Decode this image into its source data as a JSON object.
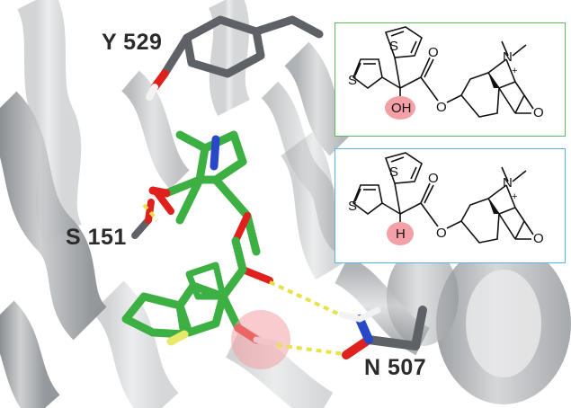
{
  "residues": {
    "tyr": "Y 529",
    "ser": "S 151",
    "asn": "N 507"
  },
  "insets": [
    {
      "border_color": "#5fb85f",
      "atoms": {
        "s1": "S",
        "s2": "S",
        "o_carbonyl": "O",
        "o_ester": "O",
        "n": "N",
        "plus": "+",
        "o_epoxide": "O"
      },
      "highlight_group": "OH",
      "highlight_color": "#f3a1a6"
    },
    {
      "border_color": "#55b5e0",
      "atoms": {
        "s1": "S",
        "s2": "S",
        "o_carbonyl": "O",
        "o_ester": "O",
        "n": "N",
        "plus": "+",
        "o_epoxide": "O"
      },
      "highlight_group": "H",
      "highlight_color": "#f3a1a6"
    }
  ],
  "colors": {
    "helix": "#a9acaf",
    "carbon_grey": "#5e6266",
    "ligand_carbon": "#3cb043",
    "oxygen": "#e0201c",
    "nitrogen": "#2848c8",
    "sulfur": "#e8e86a",
    "hbond": "#e6e24a",
    "highlight": "#f3a1a6"
  }
}
